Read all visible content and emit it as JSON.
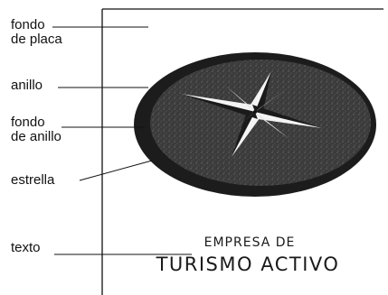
{
  "labels": {
    "fondo_placa": [
      "fondo",
      "de placa"
    ],
    "anillo": "anillo",
    "fondo_anillo": [
      "fondo",
      "de anillo"
    ],
    "estrella": "estrella",
    "texto": "texto"
  },
  "plate": {
    "line1": "EMPRESA DE",
    "line2": "TURISMO ACTIVO"
  },
  "colors": {
    "ink": "#111111",
    "ring": "#1c1c1c",
    "ring_fill": "#3a3a3a",
    "star_light": "#f4f4f4",
    "star_dark": "#151515",
    "background": "#ffffff"
  }
}
